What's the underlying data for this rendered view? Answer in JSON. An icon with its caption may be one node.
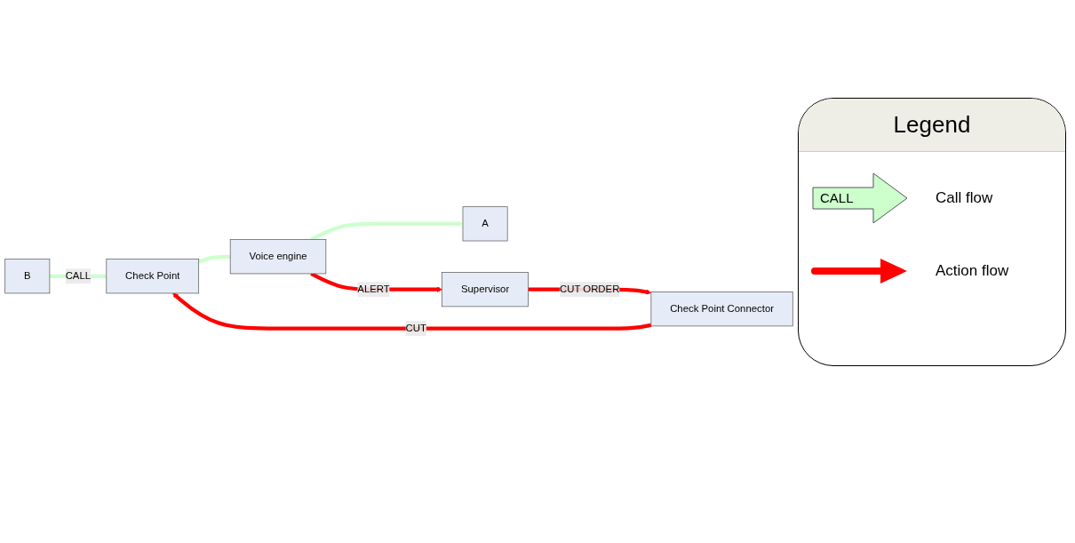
{
  "diagram": {
    "nodes": [
      {
        "text": [
          "B"
        ]
      },
      {
        "text": [
          "Check Point"
        ]
      },
      {
        "text": [
          "Voice engine"
        ]
      },
      {
        "text": [
          "A"
        ]
      },
      {
        "text": [
          "Supervisor"
        ]
      },
      {
        "text": [
          "Check Point Connector"
        ]
      }
    ],
    "edges": [
      {
        "from": 0,
        "to": 1,
        "arrow": "none",
        "label": "CALL",
        "color": "#ccffcc"
      },
      {
        "from": 1,
        "to": 2,
        "arrow": "none",
        "color": "#ccffcc"
      },
      {
        "from": 2,
        "to": 3,
        "arrow": "to",
        "color": "#ccffcc"
      },
      {
        "from": 2,
        "to": 4,
        "arrow": "to",
        "label": "ALERT",
        "color": "#ff0000"
      },
      {
        "from": 4,
        "to": 5,
        "arrow": "to",
        "label": "CUT ORDER",
        "color": "#ff0000"
      },
      {
        "from": 5,
        "to": 1,
        "arrow": "to",
        "label": "CUT",
        "color": "#ff0000"
      }
    ],
    "labels": [
      "Legend",
      "CALL"
    ],
    "legend": [
      {
        "text": "Call flow"
      },
      {
        "text": "Action flow"
      }
    ]
  }
}
